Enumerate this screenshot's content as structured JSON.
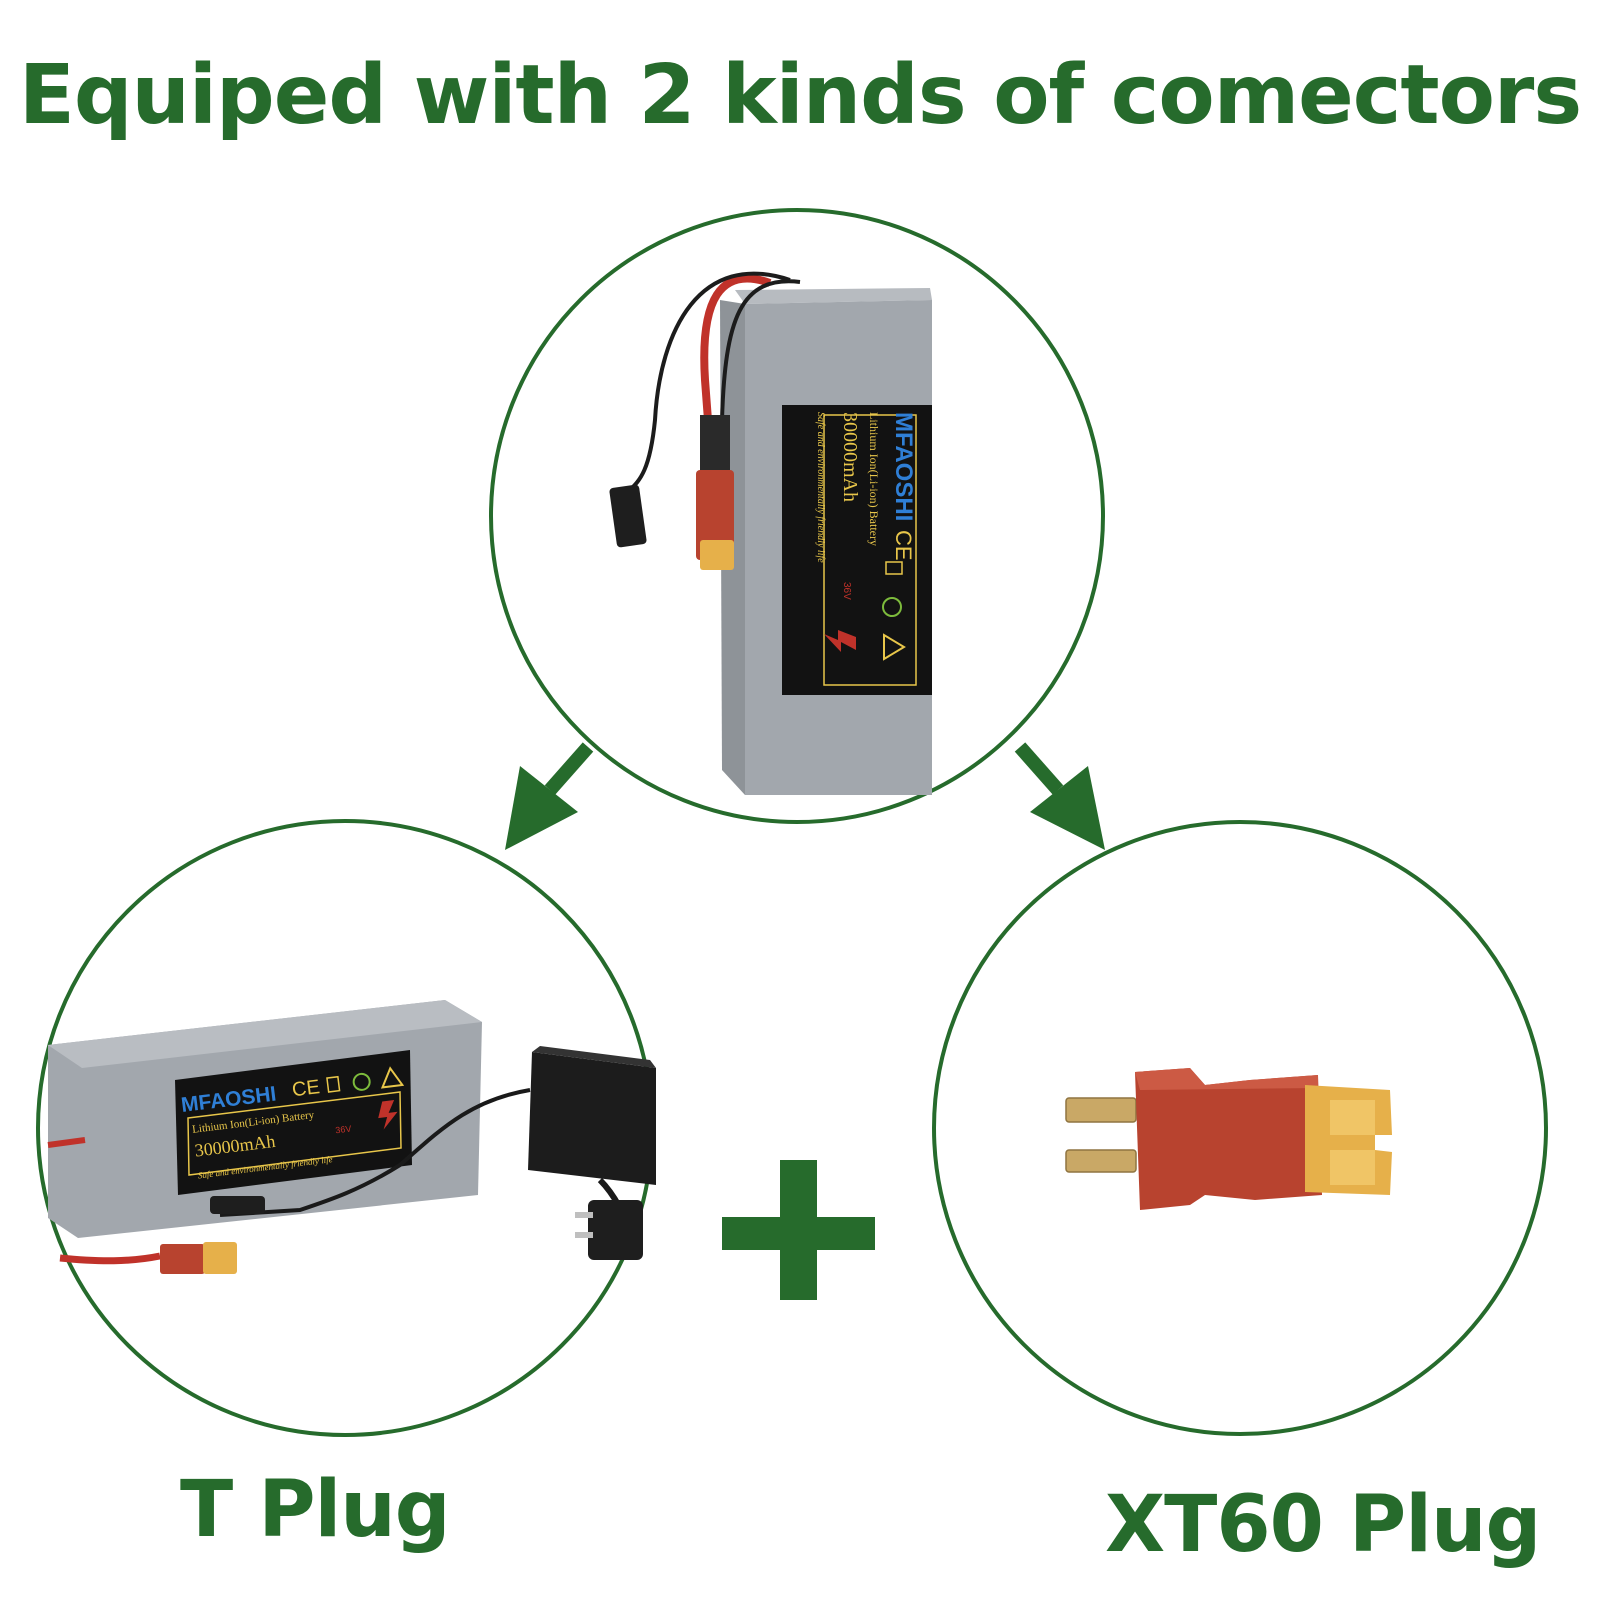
{
  "headline": "Equiped with 2 kinds of comectors",
  "captions": {
    "t_plug": "T Plug",
    "xt60_plug": "XT60 Plug"
  },
  "battery_label": {
    "brand": "MFAOSHI",
    "type": "Lithium Ion(Li-ion) Battery",
    "capacity": "30000mAh",
    "voltage": "36V",
    "slogan": "Safe and environmentally friendly life",
    "certification": "CE"
  },
  "colors": {
    "accent_green": "#266b2c",
    "battery_grey": "#9ea3a9",
    "label_black": "#121212",
    "label_gold": "#e8c64a",
    "brand_blue": "#2f7fd6",
    "connector_red": "#b8432f",
    "connector_yellow": "#e6b04a",
    "brass": "#c9a866"
  },
  "icons": [
    "arrow-down-left-icon",
    "arrow-down-right-icon",
    "plus-icon",
    "ce-mark-icon",
    "weee-bin-icon",
    "recycle-icon",
    "warning-triangle-icon",
    "lightning-icon"
  ]
}
